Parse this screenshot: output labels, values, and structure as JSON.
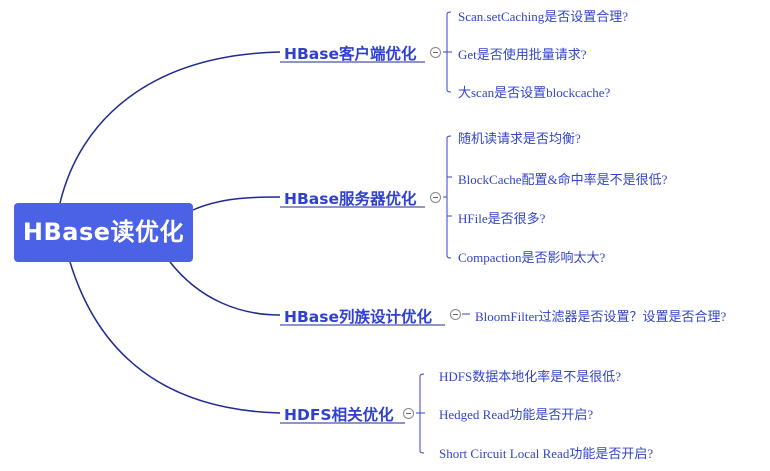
{
  "root": {
    "label": "HBase读优化"
  },
  "branches": [
    {
      "label": "HBase客户端优化",
      "children": [
        "Scan.setCaching是否设置合理?",
        "Get是否使用批量请求?",
        "大scan是否设置blockcache?"
      ]
    },
    {
      "label": "HBase服务器优化",
      "children": [
        "随机读请求是否均衡?",
        "BlockCache配置&命中率是不是很低?",
        "HFile是否很多?",
        "Compaction是否影响太大?"
      ]
    },
    {
      "label": "HBase列族设计优化",
      "children": [
        "BloomFilter过滤器是否设置？设置是否合理?"
      ]
    },
    {
      "label": "HDFS相关优化",
      "children": [
        "HDFS数据本地化率是不是很低?",
        "Hedged Read功能是否开启?",
        "Short Circuit Local Read功能是否开启?"
      ]
    }
  ],
  "colors": {
    "root_fill": "#4B61E6",
    "line": "#1E2A8F",
    "branch_text": "#2F3FD0",
    "leaf_text": "#3344C8"
  }
}
